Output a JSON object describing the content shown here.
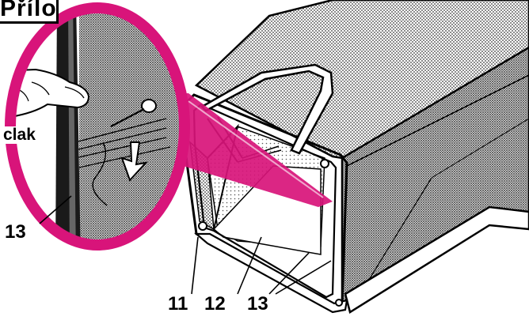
{
  "header": {
    "label": "Příloha"
  },
  "annotations": {
    "sound": "clak",
    "callouts": [
      "13",
      "11",
      "12",
      "13"
    ]
  },
  "colors": {
    "magnifier": "#d8147a",
    "ink": "#000000",
    "fabric": "#9a9a9a"
  }
}
